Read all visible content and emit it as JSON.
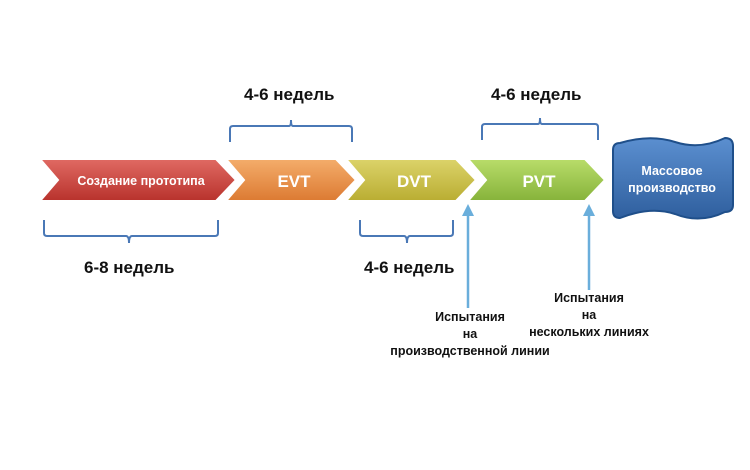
{
  "stages": [
    {
      "label": "Создание прототипа",
      "color_top": "#e06a63",
      "color_bottom": "#b8322c"
    },
    {
      "label": "EVT",
      "color_top": "#f4ad6b",
      "color_bottom": "#dc7a32"
    },
    {
      "label": "DVT",
      "color_top": "#dcd36a",
      "color_bottom": "#b9ad32"
    },
    {
      "label": "PVT",
      "color_top": "#b9dd6a",
      "color_bottom": "#86b33a"
    }
  ],
  "final_stage": {
    "line1": "Массовое",
    "line2": "производство",
    "color": "#3f72b6"
  },
  "durations": {
    "prototype": "6-8 недель",
    "evt": "4-6 недель",
    "dvt": "4-6 недель",
    "pvt": "4-6 недель"
  },
  "notes": {
    "production_line": [
      "Испытания",
      "на",
      "производственной линии"
    ],
    "several_lines": [
      "Испытания",
      "на",
      "нескольких линиях"
    ]
  },
  "colors": {
    "bracket": "#4a78b6",
    "pointer_arrow": "#6aaedb"
  }
}
